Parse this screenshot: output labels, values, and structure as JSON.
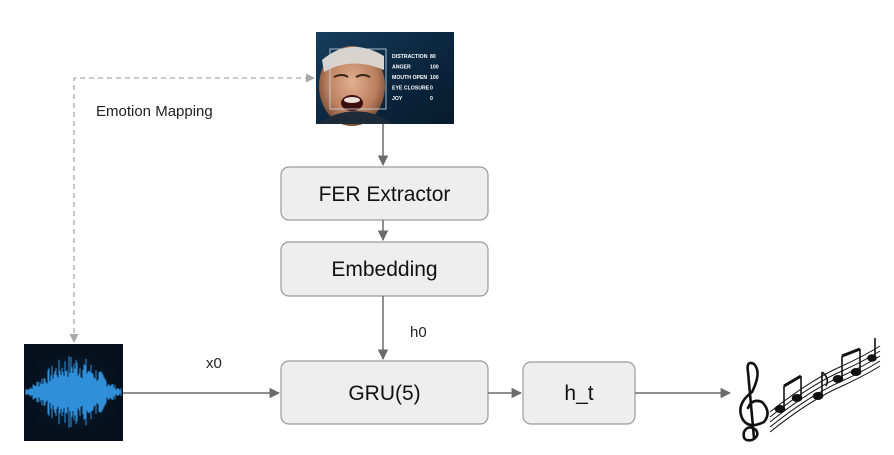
{
  "diagram": {
    "nodes": {
      "face_image": {
        "panel_rows": [
          {
            "label": "DISTRACTION",
            "value": "80"
          },
          {
            "label": "ANGER",
            "value": "100"
          },
          {
            "label": "MOUTH OPEN",
            "value": "100"
          },
          {
            "label": "EYE CLOSURE",
            "value": "0"
          },
          {
            "label": "JOY",
            "value": "0"
          }
        ]
      },
      "fer_extractor": {
        "label": "FER Extractor"
      },
      "embedding": {
        "label": "Embedding"
      },
      "gru": {
        "label": "GRU(5)"
      },
      "ht": {
        "label": "h_t"
      }
    },
    "edges": {
      "emotion_mapping": {
        "label": "Emotion Mapping"
      },
      "h0": {
        "label": "h0"
      },
      "x0": {
        "label": "x0"
      }
    }
  },
  "colors": {
    "box_fill": "#eeeeee",
    "box_stroke": "#9a9a9a",
    "arrow": "#6b6b6b",
    "dashed_arrow": "#a8a8a8",
    "waveform_bg": "#06101d",
    "waveform_line": "#2f8fd8"
  },
  "icons": {
    "audio": "audio-waveform-image",
    "music": "music-notes-icon",
    "face": "face-emotion-image"
  }
}
